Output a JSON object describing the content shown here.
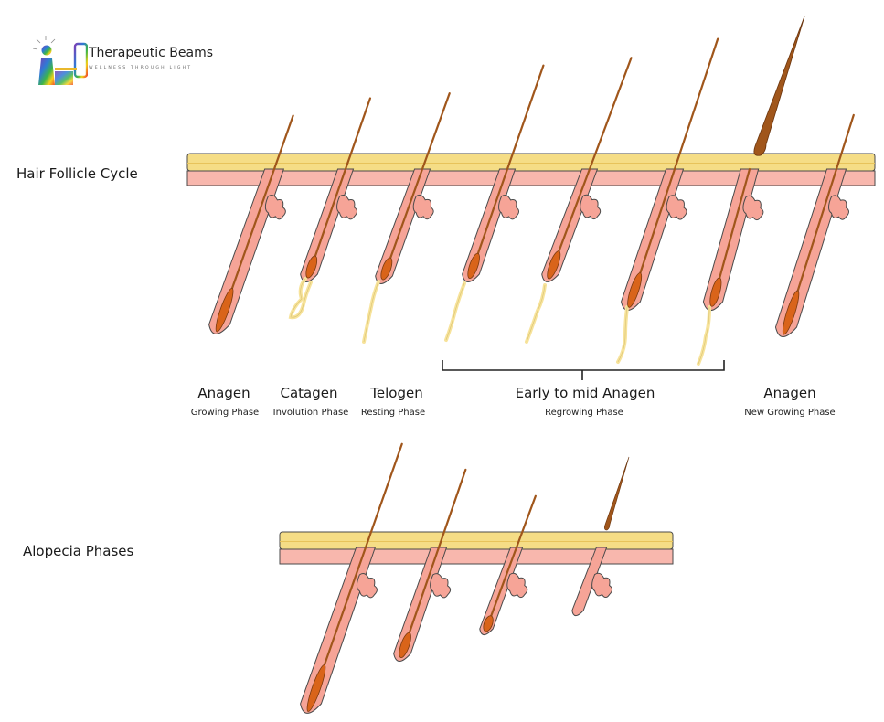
{
  "logo": {
    "name": "Therapeutic Beams",
    "tagline": "WELLNESS THROUGH LIGHT"
  },
  "sections": {
    "cycle_title": "Hair Follicle Cycle",
    "alopecia_title": "Alopecia Phases"
  },
  "phases": [
    {
      "name": "Anagen",
      "sub": "Growing Phase"
    },
    {
      "name": "Catagen",
      "sub": "Involution Phase"
    },
    {
      "name": "Telogen",
      "sub": "Resting Phase"
    },
    {
      "name": "Early to mid Anagen",
      "sub": "Regrowing Phase"
    },
    {
      "name": "Anagen",
      "sub": "New Growing Phase"
    }
  ],
  "colors": {
    "epidermis": "#f5dd86",
    "dermis": "#f8b7ad",
    "follicle": "#f6a497",
    "hair": "#a0561b",
    "bulb": "#d9641a",
    "papilla_trail": "#f7e39b",
    "outline": "#4a4a4a"
  }
}
